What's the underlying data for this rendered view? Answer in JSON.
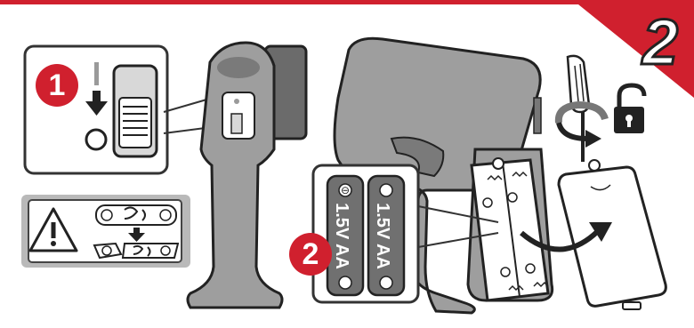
{
  "step": {
    "number": "2"
  },
  "callouts": [
    {
      "number": "1"
    },
    {
      "number": "2"
    }
  ],
  "switch": {
    "on_symbol": "I",
    "off_symbol": "O"
  },
  "batteries": [
    {
      "label": "1.5V AA"
    },
    {
      "label": "1.5V AA"
    }
  ],
  "colors": {
    "accent": "#d0202e",
    "device": "#9e9e9e",
    "outline": "#333333"
  },
  "icons": [
    "warning-icon",
    "unlock-icon",
    "screwdriver-icon",
    "rotate-arrow-icon",
    "down-arrow-icon",
    "flip-arrow-icon"
  ]
}
